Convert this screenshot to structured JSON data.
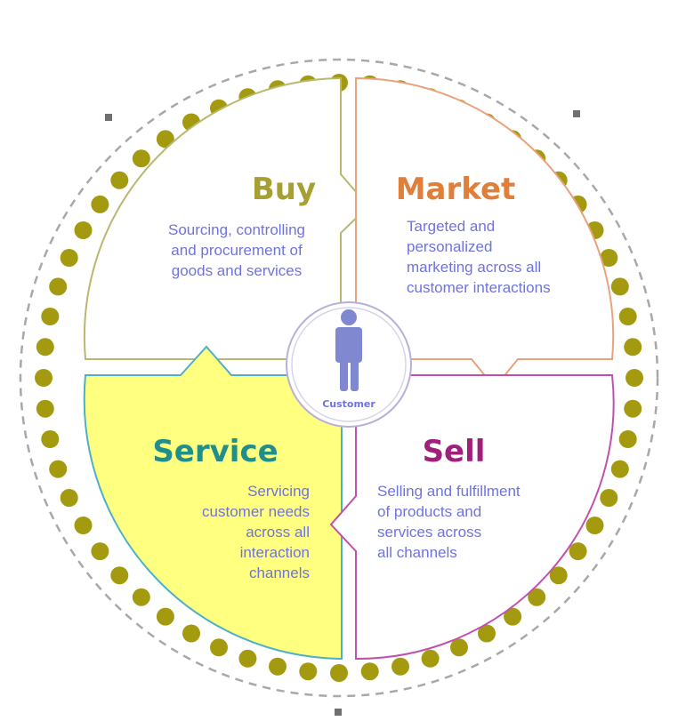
{
  "center": {
    "label": "Customer"
  },
  "quadrants": [
    {
      "key": "buy",
      "title": "Buy",
      "title_color": "#a6a033",
      "border_color": "#b8b870",
      "fill": "#ffffff",
      "lines": [
        "Sourcing, controlling",
        "and procurement of",
        "goods and  services"
      ]
    },
    {
      "key": "market",
      "title": "Market",
      "title_color": "#e07f3a",
      "border_color": "#e9a27a",
      "fill": "#ffffff",
      "lines": [
        "Targeted and",
        "personalized",
        "marketing across all",
        "customer interactions"
      ]
    },
    {
      "key": "service",
      "title": "Service",
      "title_color": "#1f8f8b",
      "border_color": "#4db0c8",
      "fill": "#ffff80",
      "lines": [
        "Servicing",
        "customer needs",
        "across all",
        "interaction",
        "channels"
      ]
    },
    {
      "key": "sell",
      "title": "Sell",
      "title_color": "#a01f7a",
      "border_color": "#c050b0",
      "fill": "#ffffff",
      "lines": [
        "Selling and fulfillment",
        "of products and",
        "services across",
        "all channels"
      ]
    }
  ],
  "colors": {
    "dots": "#a39a10",
    "outer_ring": "#a8a8a8",
    "customer_icon": "#8088d0",
    "hub_stroke": "#b8b0d8"
  }
}
